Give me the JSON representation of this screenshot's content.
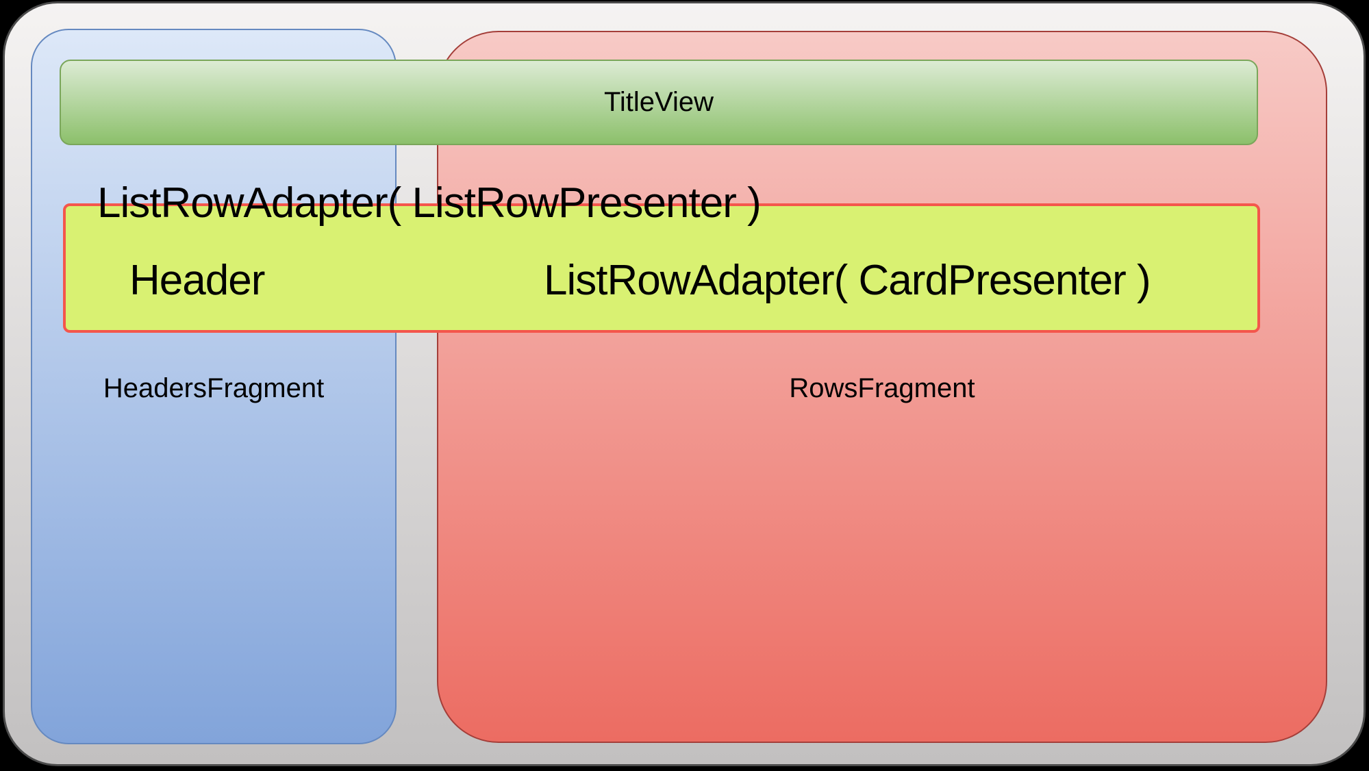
{
  "diagram": {
    "title_view_label": "TitleView",
    "list_row_presenter_label": "ListRowAdapter( ListRowPresenter )",
    "header_label": "Header",
    "card_presenter_label": "ListRowAdapter( CardPresenter )",
    "headers_fragment_label": "HeadersFragment",
    "rows_fragment_label": "RowsFragment"
  },
  "colors": {
    "page-bg": "#000000",
    "panel-top": "#f5f3f2",
    "panel-bottom": "#c2c0c0",
    "panel-border": "#4b4b4b",
    "headers-top": "#dde8f8",
    "headers-bottom": "#82a4da",
    "headers-border": "#6589c0",
    "rows-top": "#f7cac6",
    "rows-bottom": "#ec6c62",
    "rows-border": "#a43e39",
    "title-top": "#dcebd4",
    "title-bottom": "#8cc06b",
    "title-border": "#7aa65a",
    "adapter-fill": "#d9f172",
    "adapter-border": "#f4564c",
    "diagram-text": "#000000"
  }
}
